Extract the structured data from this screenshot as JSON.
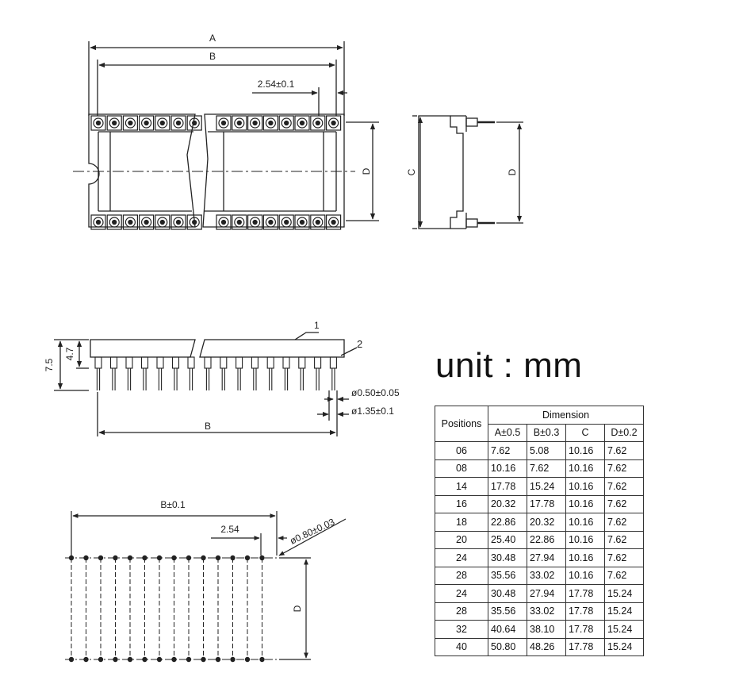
{
  "top_view": {
    "dim_a": "A",
    "dim_b": "B",
    "pitch": "2.54±0.1",
    "dim_d": "D"
  },
  "side_view": {
    "dim_c": "C",
    "dim_d": "D"
  },
  "profile_view": {
    "height_total": "7.5",
    "height_body": "4.7",
    "callout_1": "1",
    "callout_2": "2",
    "pin_tip_dia": "ø0.50±0.05",
    "pin_dia": "ø1.35±0.1",
    "dim_b": "B"
  },
  "footprint": {
    "dim_b": "B±0.1",
    "pitch": "2.54",
    "hole_dia": "ø0.80±0.03",
    "dim_d": "D"
  },
  "unit_label": "unit : mm",
  "table": {
    "positions_header": "Positions",
    "dimension_header": "Dimension",
    "columns": [
      "A±0.5",
      "B±0.3",
      "C",
      "D±0.2"
    ],
    "rows": [
      {
        "pos": "06",
        "a": "7.62",
        "b": "5.08",
        "c": "10.16",
        "d": "7.62"
      },
      {
        "pos": "08",
        "a": "10.16",
        "b": "7.62",
        "c": "10.16",
        "d": "7.62"
      },
      {
        "pos": "14",
        "a": "17.78",
        "b": "15.24",
        "c": "10.16",
        "d": "7.62"
      },
      {
        "pos": "16",
        "a": "20.32",
        "b": "17.78",
        "c": "10.16",
        "d": "7.62"
      },
      {
        "pos": "18",
        "a": "22.86",
        "b": "20.32",
        "c": "10.16",
        "d": "7.62"
      },
      {
        "pos": "20",
        "a": "25.40",
        "b": "22.86",
        "c": "10.16",
        "d": "7.62"
      },
      {
        "pos": "24",
        "a": "30.48",
        "b": "27.94",
        "c": "10.16",
        "d": "7.62"
      },
      {
        "pos": "28",
        "a": "35.56",
        "b": "33.02",
        "c": "10.16",
        "d": "7.62"
      },
      {
        "pos": "24",
        "a": "30.48",
        "b": "27.94",
        "c": "17.78",
        "d": "15.24"
      },
      {
        "pos": "28",
        "a": "35.56",
        "b": "33.02",
        "c": "17.78",
        "d": "15.24"
      },
      {
        "pos": "32",
        "a": "40.64",
        "b": "38.10",
        "c": "17.78",
        "d": "15.24"
      },
      {
        "pos": "40",
        "a": "50.80",
        "b": "48.26",
        "c": "17.78",
        "d": "15.24"
      }
    ]
  }
}
